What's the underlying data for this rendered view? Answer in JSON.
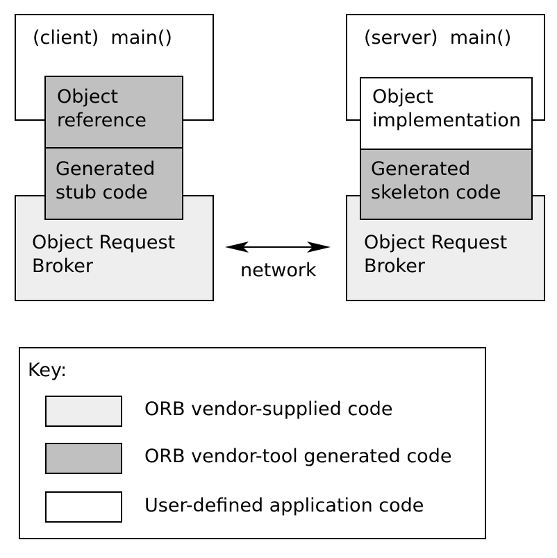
{
  "client": {
    "main_label": "(client)  main()",
    "object_label": "Object\nreference",
    "generated_label": "Generated\nstub code",
    "orb_label": "Object Request\nBroker"
  },
  "server": {
    "main_label": "(server)  main()",
    "object_label": "Object\nimplementation",
    "generated_label": "Generated\nskeleton code",
    "orb_label": "Object Request\nBroker"
  },
  "network": {
    "label": "network"
  },
  "key": {
    "title": "Key:",
    "items": [
      {
        "label": "ORB vendor-supplied code",
        "color": "#eeeeee"
      },
      {
        "label": "ORB vendor-tool generated code",
        "color": "#c0c0c0"
      },
      {
        "label": "User-defined application code",
        "color": "#ffffff"
      }
    ]
  }
}
